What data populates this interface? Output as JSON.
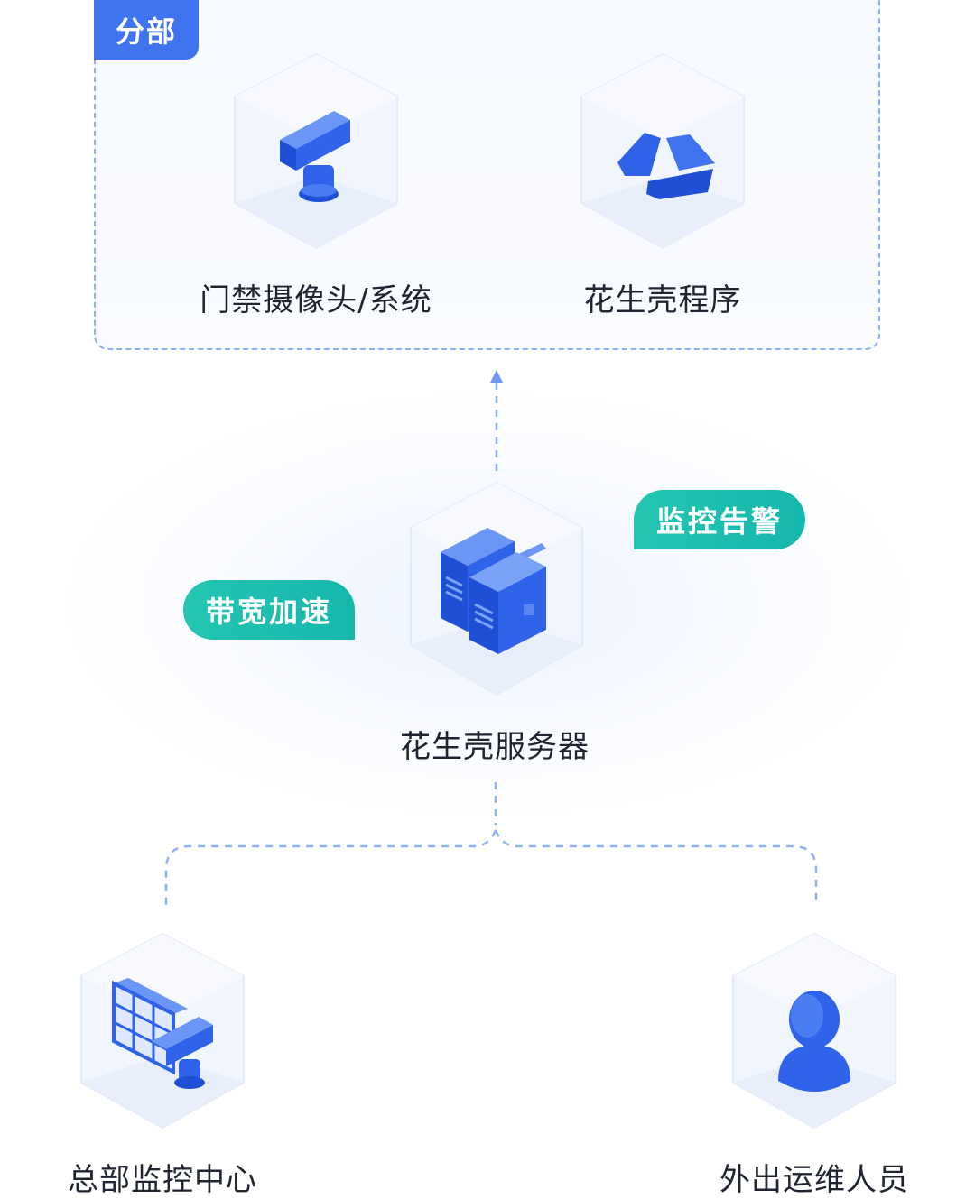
{
  "branch": {
    "tag": "分部",
    "nodes": [
      {
        "label": "门禁摄像头/系统",
        "icon": "security-camera-icon"
      },
      {
        "label": "花生壳程序",
        "icon": "peanut-shell-app-icon"
      }
    ]
  },
  "server": {
    "label": "花生壳服务器",
    "icon": "server-rack-icon"
  },
  "features": [
    {
      "label": "带宽加速"
    },
    {
      "label": "监控告警"
    }
  ],
  "clients": [
    {
      "label": "总部监控中心",
      "icon": "monitoring-center-icon"
    },
    {
      "label": "外出运维人员",
      "icon": "person-icon"
    }
  ],
  "colors": {
    "accent_blue": "#3f73f0",
    "icon_blue": "#2f63ea",
    "teal": "#1cbcb0",
    "dashed_line": "#8fb1f2"
  }
}
